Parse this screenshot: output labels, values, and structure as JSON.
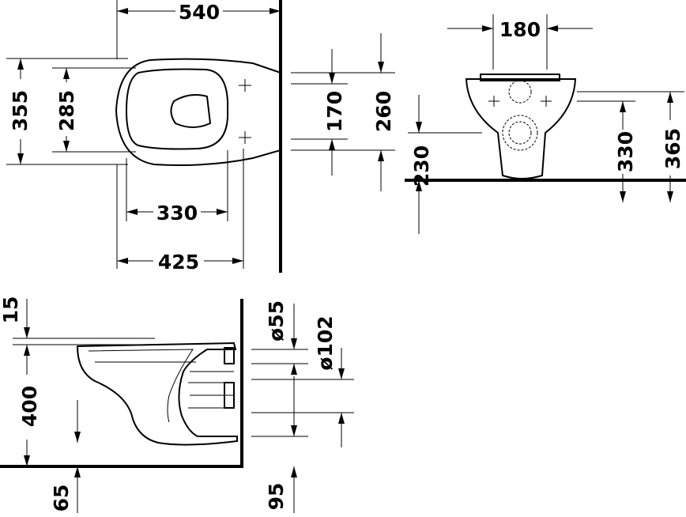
{
  "drawing": {
    "top_view": {
      "width_total": "540",
      "depth_total": "355",
      "depth_inner": "285",
      "bowl_length": "330",
      "overall_length": "425"
    },
    "mounting_view": {
      "bolt_spacing_vertical": "170",
      "bolt_outer_vertical": "260"
    },
    "front_view": {
      "bolt_spacing_horizontal": "180",
      "height_lower": "230",
      "height_mid": "330",
      "height_upper": "365"
    },
    "side_view": {
      "rim_thickness": "15",
      "seat_height": "400",
      "outlet_height": "65",
      "inlet_diameter": "ø55",
      "outlet_diameter": "ø102",
      "outlet_offset": "95"
    }
  }
}
